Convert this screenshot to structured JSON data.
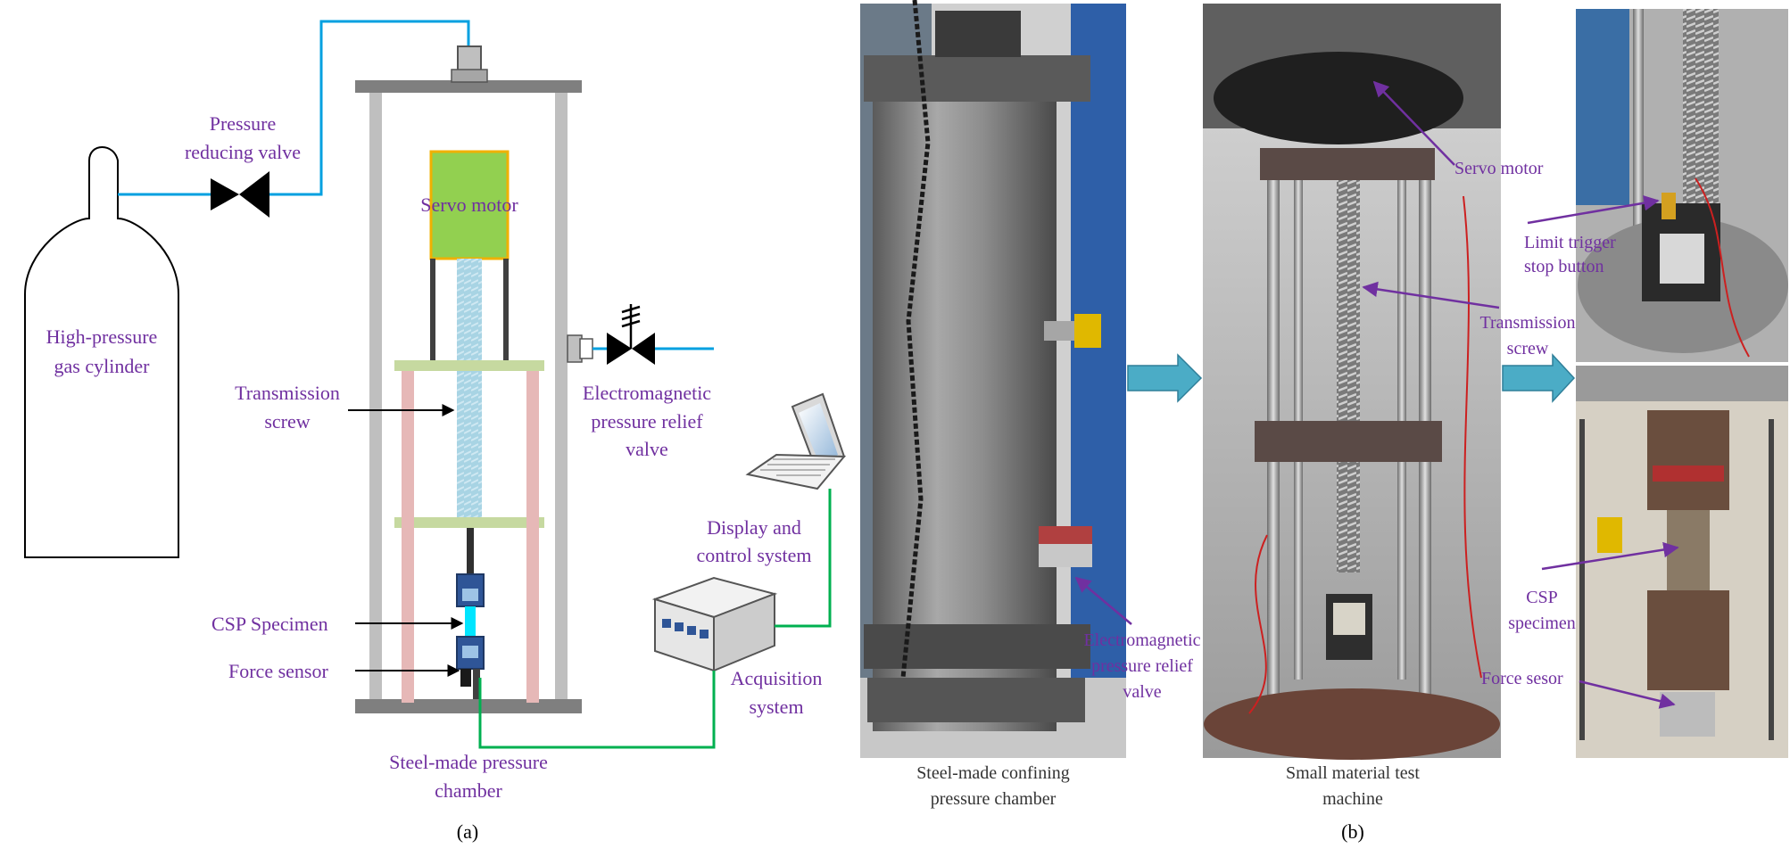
{
  "diagram": {
    "cylinder_label": [
      "High-pressure",
      "gas cylinder"
    ],
    "reducing_valve_label": [
      "Pressure",
      "reducing valve"
    ],
    "servo_motor_label": "Servo motor",
    "transmission_screw_label": [
      "Transmission",
      "screw"
    ],
    "relief_valve_label": [
      "Electromagnetic",
      "pressure relief",
      "valve"
    ],
    "display_label": [
      "Display and",
      "control system"
    ],
    "acquisition_label": [
      "Acquisition",
      "system"
    ],
    "csp_label": "CSP Specimen",
    "force_sensor_label": "Force sensor",
    "chamber_label": [
      "Steel-made pressure",
      "chamber"
    ],
    "panel_a": "(a)"
  },
  "photos": {
    "photo1_caption": [
      "Steel-made confining",
      "pressure chamber"
    ],
    "photo1_valve_label": [
      "Electromagnetic",
      "pressure relief",
      "valve"
    ],
    "photo2_caption": [
      "Small material test",
      "machine"
    ],
    "photo2_servo_label": "Servo motor",
    "photo2_screw_label": [
      "Transmission",
      "screw"
    ],
    "photo3_limit_label": [
      "Limit trigger",
      "stop button"
    ],
    "photo3_csp_label": [
      "CSP",
      "specimen"
    ],
    "photo3_force_label": "Force sesor",
    "panel_b": "(b)"
  },
  "colors": {
    "label_purple": "#7030a0",
    "gas_line": "#00a0e0",
    "signal_line": "#00b050",
    "motor_fill": "#92d050",
    "motor_border": "#f0b000",
    "plate_fill": "#c6d9a0",
    "column_fill": "#e6b8b7",
    "screw_fill": "#add8e6",
    "arrow_fill": "#4bacc6"
  }
}
